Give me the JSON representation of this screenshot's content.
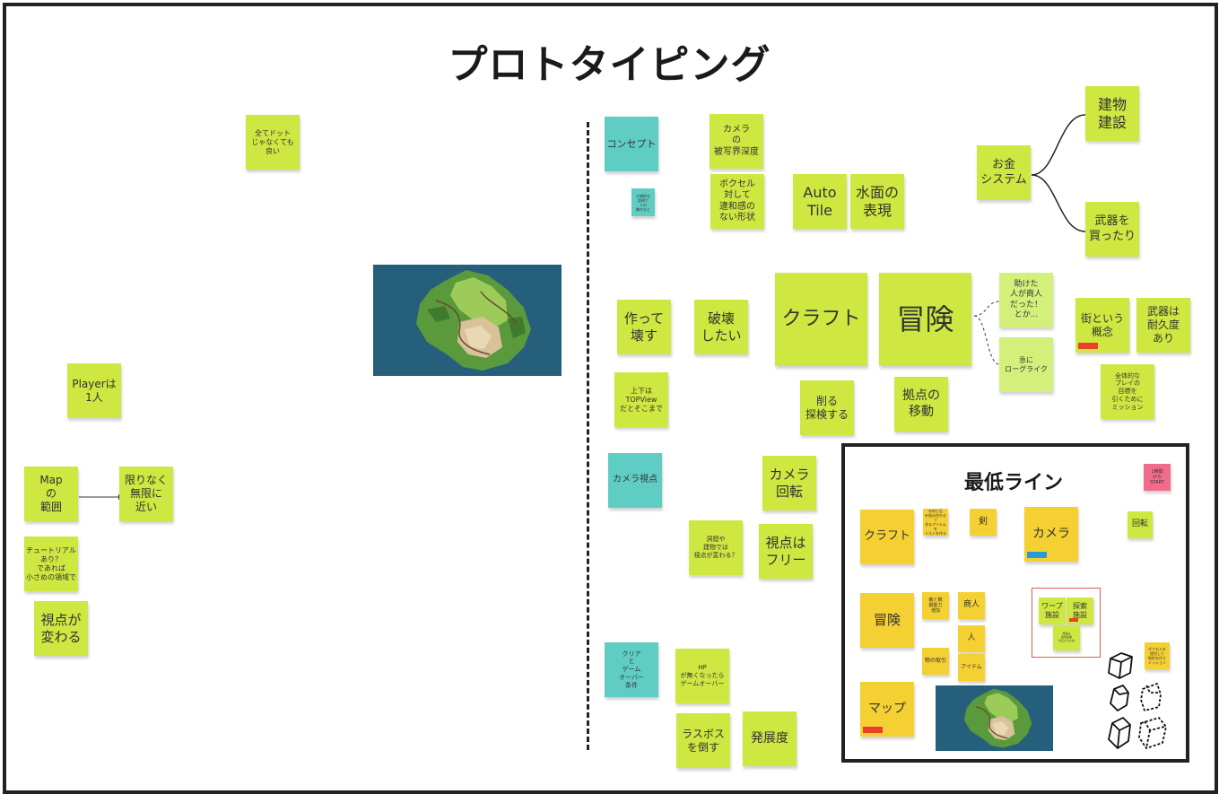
{
  "board": {
    "title": "プロトタイピング",
    "min_section_title": "最低ライン"
  },
  "notes": {
    "dot_note": "全てドット\nじゃなくても\n良い",
    "player": "Playerは\n1人",
    "map_range": "Map\nの\n範囲",
    "infinite": "限りなく\n無限に\n近い",
    "tutorial": "チュートリアル\nあり？\nであれば\n小さめの領域で",
    "viewpoint_change": "視点が\n変わる",
    "concept": "コンセプト",
    "tiny_teal": "大雑把な\n説明で\n人の\n動作など",
    "camera_dof": "カメラ\nの\n被写界深度",
    "voxel": "ボクセル\n対して\n違和感の\nない形状",
    "auto_tile": "Auto\nTile",
    "water": "水面の\n表現",
    "money_system": "お金\nシステム",
    "building": "建物\n建設",
    "weapon_buy": "武器を\n買ったり",
    "make_break": "作って\n壊す",
    "destroy": "破壊\nしたい",
    "craft": "クラフト",
    "adventure": "冒険",
    "helped": "助けた\n人が商人\nだった！\nとか...",
    "roguelike": "急に\nローグライク",
    "town": "街という\n概念",
    "durability": "武器は\n耐久度\nあり",
    "mission": "全体的な\nプレイの\n目標を\n引くために\nミッション",
    "topview": "上下は\nTOPView\nだとそこまで",
    "carve": "削る\n探検する",
    "base_move": "拠点の\n移動",
    "camera_view": "カメラ視点",
    "camera_rotate": "カメラ\n回転",
    "cave": "洞窟や\n建物では\n視点が変わる？",
    "free_view": "視点は\nフリー",
    "clear_gameover": "クリア\nと\nゲーム\nオーバー\n条件",
    "hp_gameover": "HP\nが無くなったら\nゲームオーバー",
    "boss": "ラスボス\nを倒す",
    "development": "発展度"
  },
  "min_notes": {
    "craft": "クラフト",
    "craft_detail": "木材と石\nを組み合わせて\n作るアイテムを\nリストを作る",
    "sword": "剣",
    "camera": "カメラ",
    "rotate": "回転",
    "pink": "1時間\nから\nSTART",
    "adventure": "冒険",
    "adventure_sub": "敵と戦\n闘能力\n増加",
    "merchant": "商人",
    "human": "人",
    "item": "アイテム",
    "trade": "物の取引",
    "warp": "ワープ\n施設",
    "explore": "探索\n施設",
    "small_red": "施設は\n探索範囲\nを広げるため",
    "voxel_note": "ボクセルを\n使用して\n地形を作り\nミッション",
    "map": "マップ"
  },
  "colors": {
    "lime": "#cee741",
    "teal": "#60cdc5",
    "yellow": "#f5d033",
    "pink": "#f16c8b",
    "tag_red": "#e8402a",
    "tag_blue": "#2a9ad8",
    "ocean": "#255f7c"
  }
}
